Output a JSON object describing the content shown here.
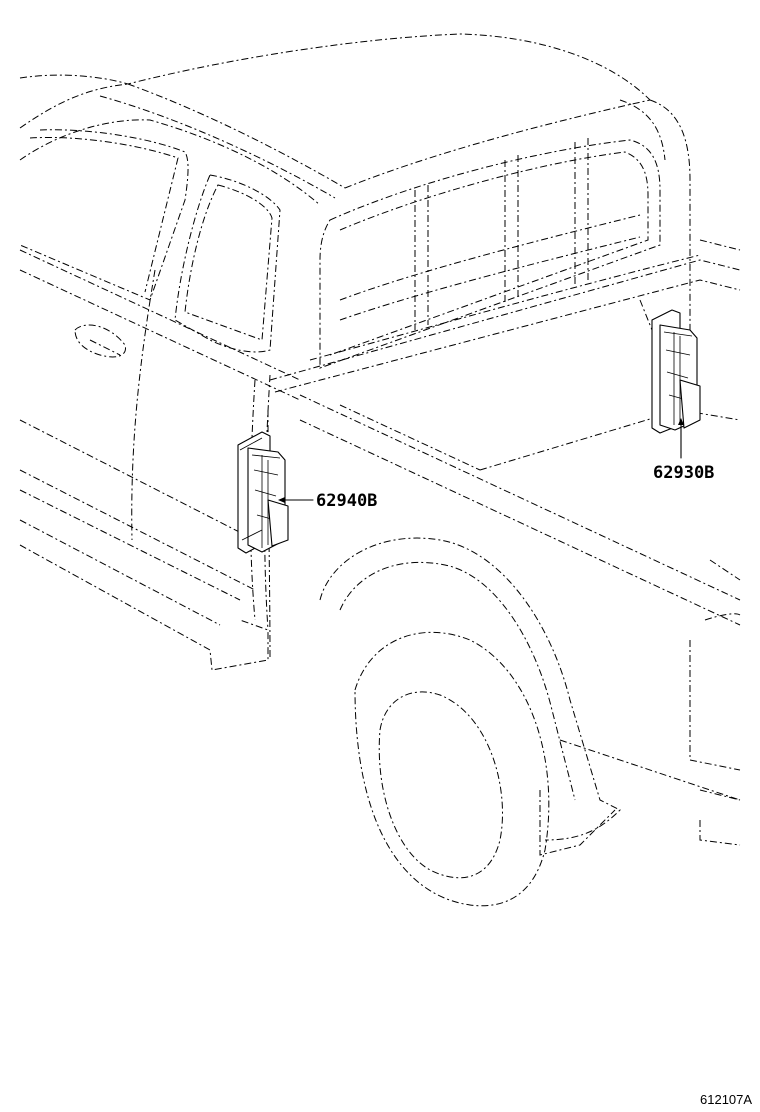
{
  "callouts": {
    "part_left": "62940B",
    "part_right": "62930B"
  },
  "footer": {
    "drawing_ref": "612107A"
  }
}
